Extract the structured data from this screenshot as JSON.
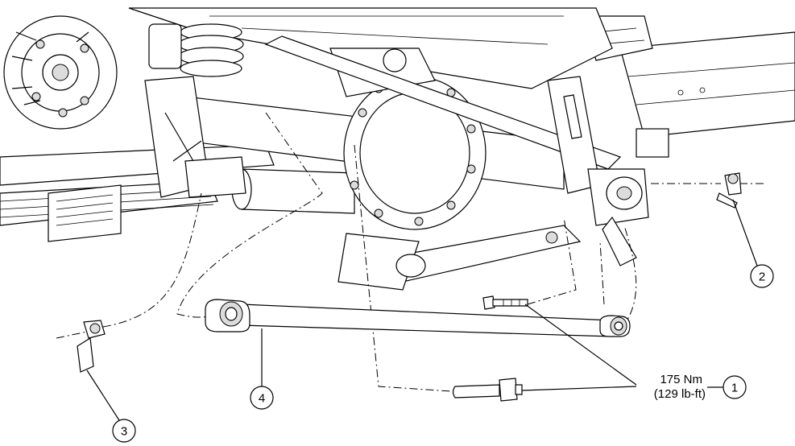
{
  "callouts": {
    "c1": "1",
    "c2": "2",
    "c3": "3",
    "c4": "4"
  },
  "torque": {
    "metric": "175 Nm",
    "imperial": "(129 lb-ft)"
  }
}
